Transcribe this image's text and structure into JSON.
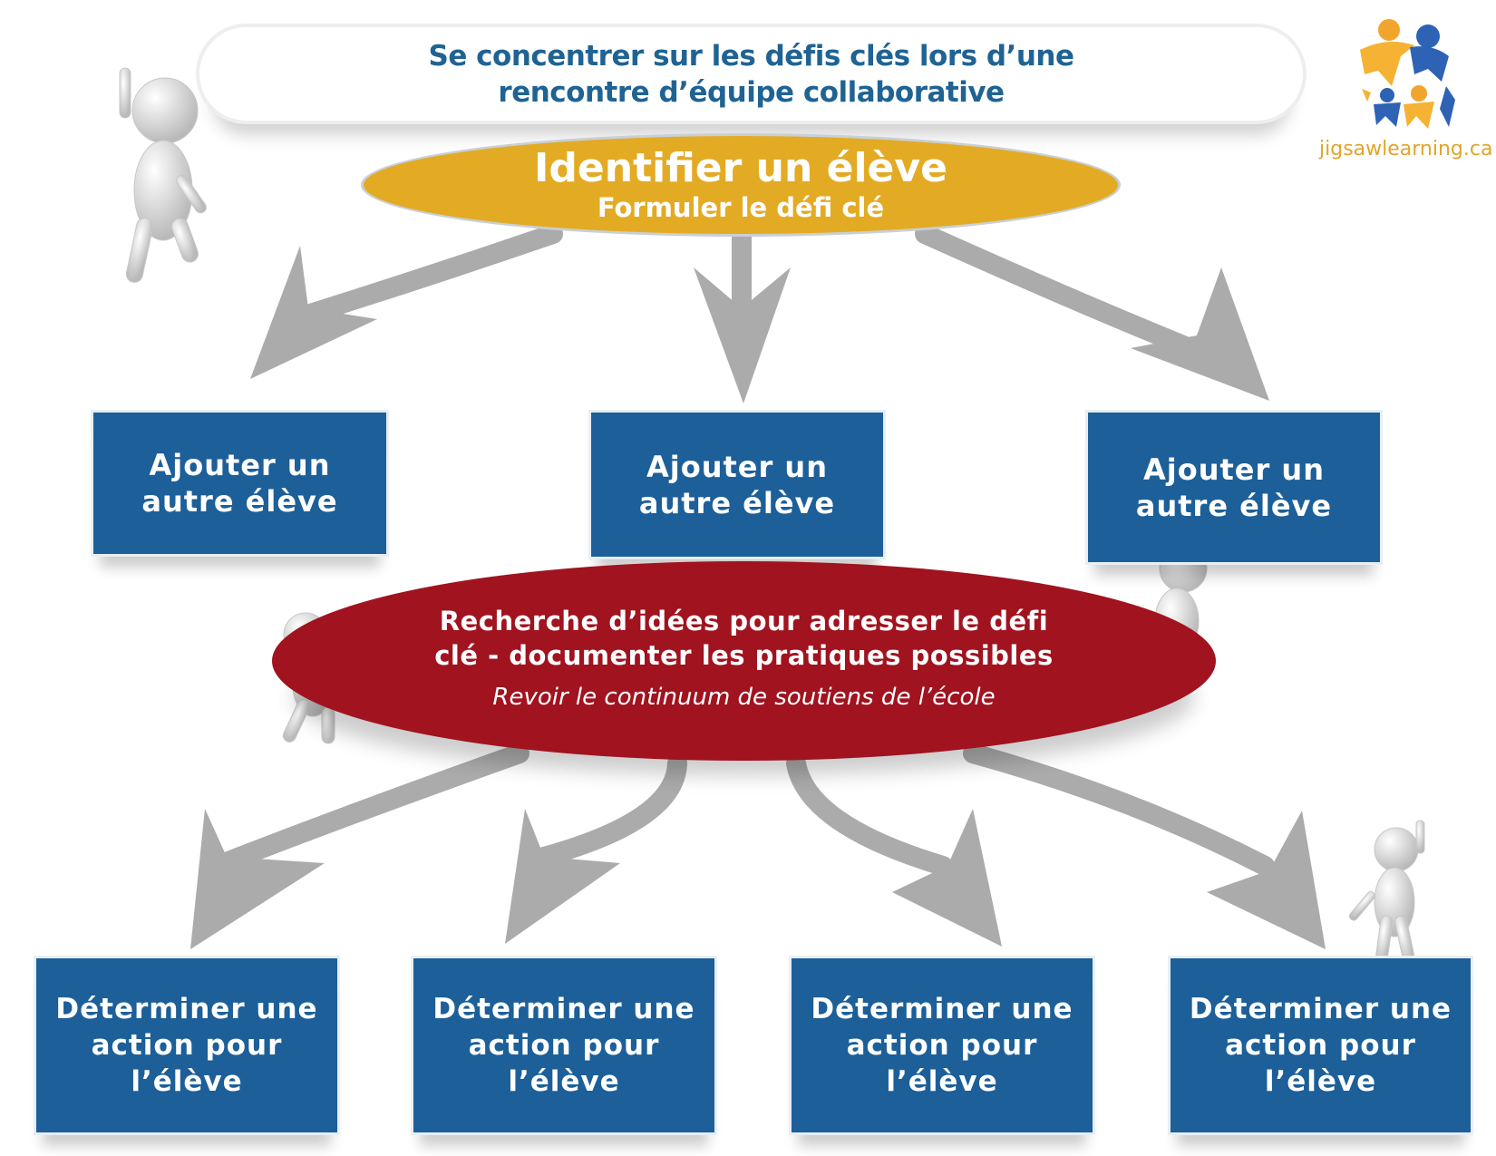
{
  "title": {
    "line1": "Se concentrer sur les défis clés lors d’une",
    "line2": "rencontre d’équipe collaborative"
  },
  "logo": {
    "text": "jigsawlearning.ca"
  },
  "start": {
    "title": "Identifier un élève",
    "subtitle": "Formuler le défi clé"
  },
  "students": [
    {
      "line1": "Ajouter un",
      "line2": "autre élève"
    },
    {
      "line1": "Ajouter un",
      "line2": "autre élève"
    },
    {
      "line1": "Ajouter un",
      "line2": "autre élève"
    }
  ],
  "research": {
    "line1": "Recherche d’idées pour adresser le défi",
    "line2": "clé - documenter les pratiques possibles",
    "note": "Revoir le continuum de soutiens de l’école"
  },
  "actions": [
    {
      "line1": "Déterminer une",
      "line2": "action pour",
      "line3": "l’élève"
    },
    {
      "line1": "Déterminer une",
      "line2": "action pour",
      "line3": "l’élève"
    },
    {
      "line1": "Déterminer une",
      "line2": "action pour",
      "line3": "l’élève"
    },
    {
      "line1": "Déterminer une",
      "line2": "action pour",
      "line3": "l’élève"
    }
  ],
  "colors": {
    "title": "#1f6394",
    "yellow": "#e3ab24",
    "box": "#1c5f99",
    "red": "#a0131f",
    "arrow": "#ababab"
  }
}
